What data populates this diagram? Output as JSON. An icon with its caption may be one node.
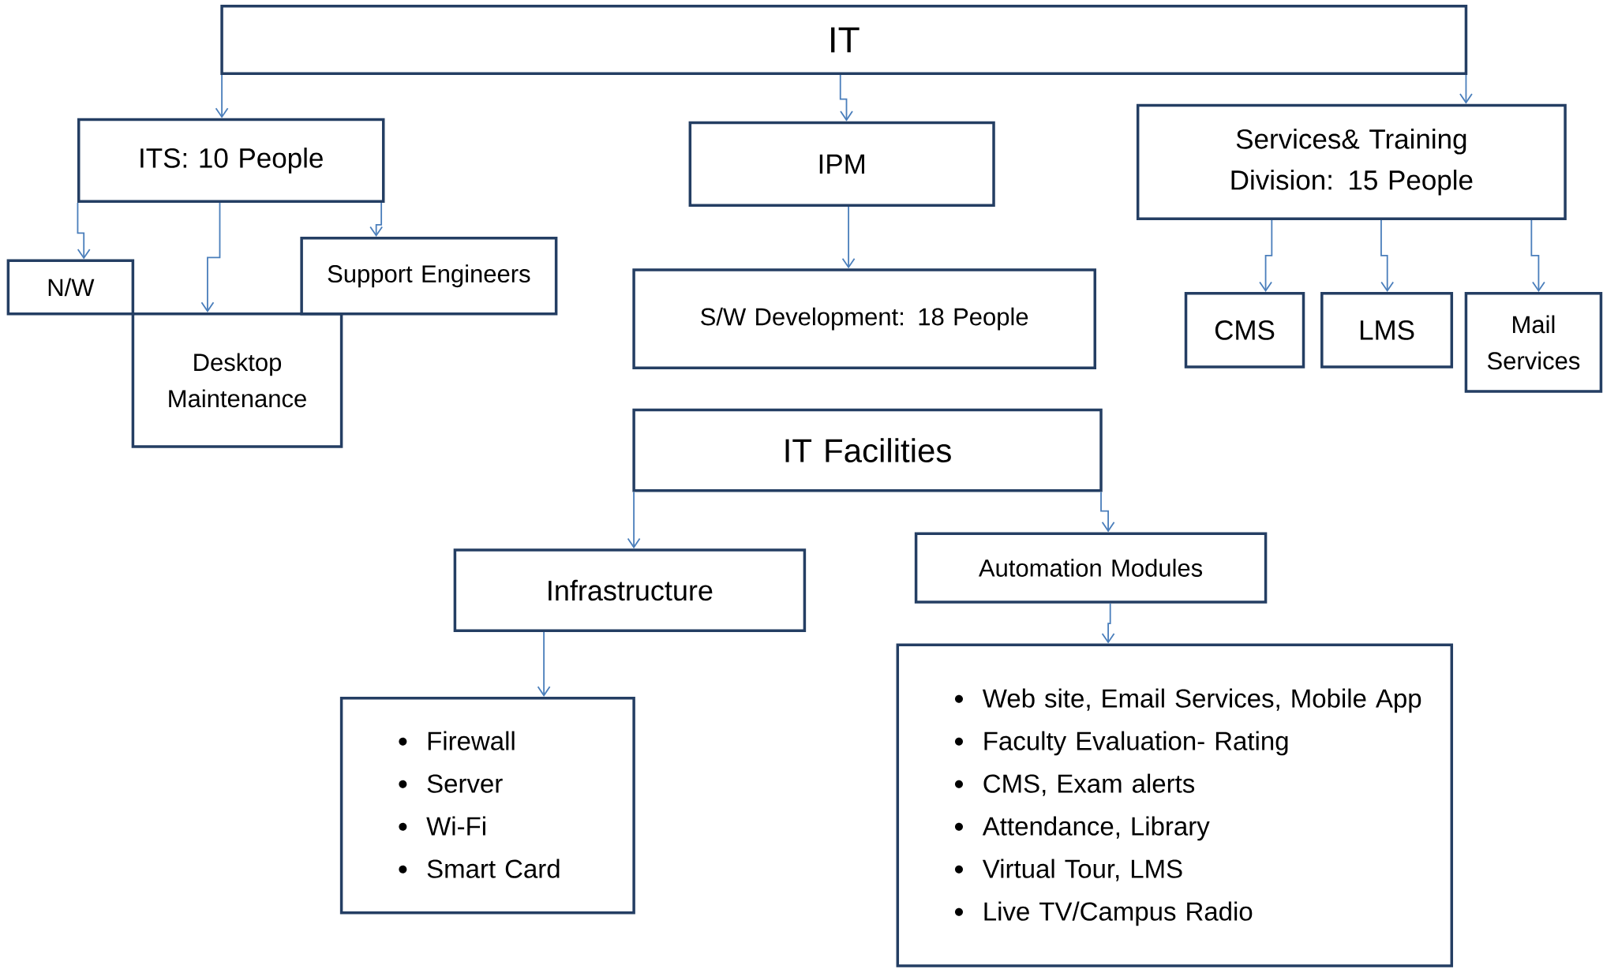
{
  "diagram": {
    "nodes": [
      {
        "text": [
          "IT"
        ]
      },
      {
        "text": [
          "ITS: 10 People"
        ]
      },
      {
        "text": [
          "N/W"
        ]
      },
      {
        "text": [
          "Desktop Maintenance"
        ]
      },
      {
        "text": [
          "Support Engineers"
        ]
      },
      {
        "text": [
          "IPM"
        ]
      },
      {
        "text": [
          "S/W Development: 18 People"
        ]
      },
      {
        "text": [
          "Services& Training Division: 15 People"
        ]
      },
      {
        "text": [
          "CMS"
        ]
      },
      {
        "text": [
          "LMS"
        ]
      },
      {
        "text": [
          "Mail Services"
        ]
      },
      {
        "text": [
          "IT Facilities"
        ]
      },
      {
        "text": [
          "Infrastructure"
        ]
      },
      {
        "text": [
          "Firewall",
          "Server",
          "Wi-Fi",
          "Smart Card"
        ]
      },
      {
        "text": [
          "Automation Modules"
        ]
      },
      {
        "text": [
          "Web site, Email Services, Mobile App",
          "Faculty Evaluation- Rating",
          "CMS, Exam alerts",
          "Attendance, Library",
          "Virtual Tour, LMS",
          "Live TV/Campus Radio"
        ]
      }
    ],
    "edges": [
      {
        "from": 0,
        "to": 1,
        "arrow": "to"
      },
      {
        "from": 0,
        "to": 5,
        "arrow": "to"
      },
      {
        "from": 0,
        "to": 7,
        "arrow": "to"
      },
      {
        "from": 1,
        "to": 2,
        "arrow": "to"
      },
      {
        "from": 1,
        "to": 3,
        "arrow": "to"
      },
      {
        "from": 1,
        "to": 4,
        "arrow": "to"
      },
      {
        "from": 5,
        "to": 6,
        "arrow": "to"
      },
      {
        "from": 7,
        "to": 8,
        "arrow": "to"
      },
      {
        "from": 7,
        "to": 9,
        "arrow": "to"
      },
      {
        "from": 7,
        "to": 10,
        "arrow": "to"
      },
      {
        "from": 11,
        "to": 12,
        "arrow": "to"
      },
      {
        "from": 11,
        "to": 14,
        "arrow": "to"
      },
      {
        "from": 12,
        "to": 13,
        "arrow": "to"
      },
      {
        "from": 14,
        "to": 15,
        "arrow": "to"
      }
    ]
  }
}
